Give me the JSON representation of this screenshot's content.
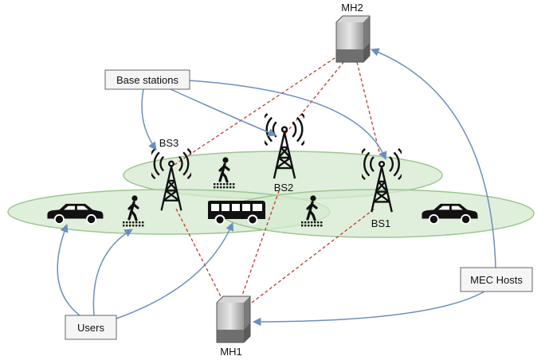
{
  "labels": {
    "mh1": "MH1",
    "mh2": "MH2",
    "bs1": "BS1",
    "bs2": "BS2",
    "bs3": "BS3",
    "base_stations": "Base stations",
    "mec_hosts": "MEC Hosts",
    "users": "Users"
  },
  "colors": {
    "coverage_fill": "#d6ead0",
    "coverage_stroke": "#9cc78f",
    "blue_arrow": "#6c8ebf",
    "red_dashed": "#c0392b",
    "box_fill": "#f5f5f5",
    "box_stroke": "#666666"
  },
  "icons": {
    "tower": "antenna-tower-icon",
    "server": "server-icon",
    "car": "car-icon",
    "bus": "bus-icon",
    "pedestrian": "pedestrian-icon"
  }
}
